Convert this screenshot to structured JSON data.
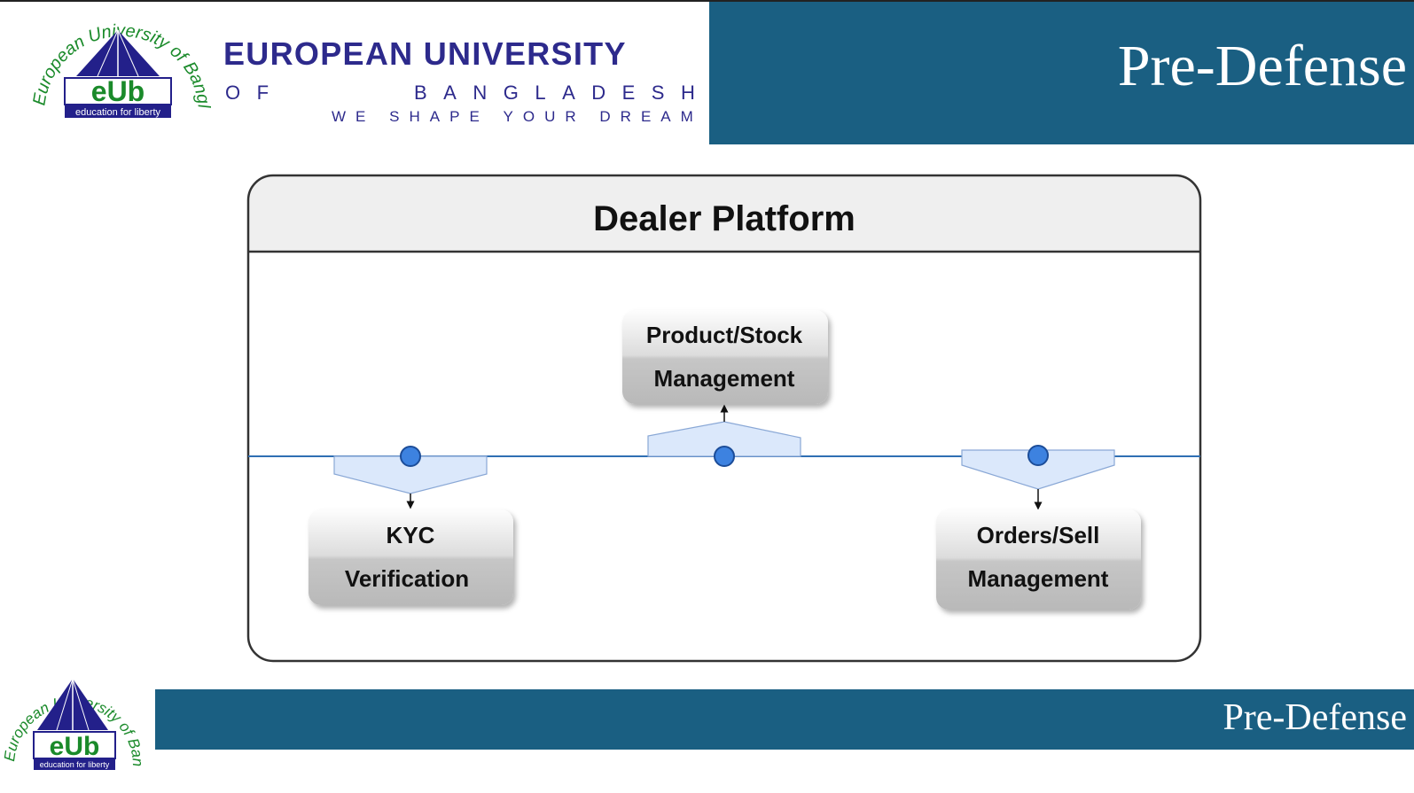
{
  "header": {
    "title": "Pre-Defense",
    "wordmark": {
      "line1": "EUROPEAN UNIVERSITY",
      "line2_left": [
        "O",
        "F"
      ],
      "line2_right": [
        "B",
        "A",
        "N",
        "G",
        "L",
        "A",
        "D",
        "E",
        "S",
        "H"
      ],
      "line3": [
        "W",
        "E",
        " ",
        "S",
        "H",
        "A",
        "P",
        "E",
        " ",
        "Y",
        "O",
        "U",
        "R",
        " ",
        "D",
        "R",
        "E",
        "A",
        "M"
      ]
    }
  },
  "logo": {
    "arc_text": "European University of Bangladesh",
    "mark": "eUb",
    "tagline": "education for liberty"
  },
  "diagram": {
    "title": "Dealer Platform",
    "nodes": {
      "product": {
        "line1": "Product/Stock",
        "line2": "Management"
      },
      "kyc": {
        "line1": "KYC",
        "line2": "Verification"
      },
      "orders": {
        "line1": "Orders/Sell",
        "line2": "Management"
      }
    }
  },
  "footer": {
    "title": "Pre-Defense"
  },
  "colors": {
    "band": "#1a5f82",
    "wordmark": "#2d2a8c",
    "logo_green": "#1a8a2a",
    "bus_line": "#2f6fb3",
    "port_fill": "#dbe8fb",
    "connector_fill": "#3d82e0"
  }
}
